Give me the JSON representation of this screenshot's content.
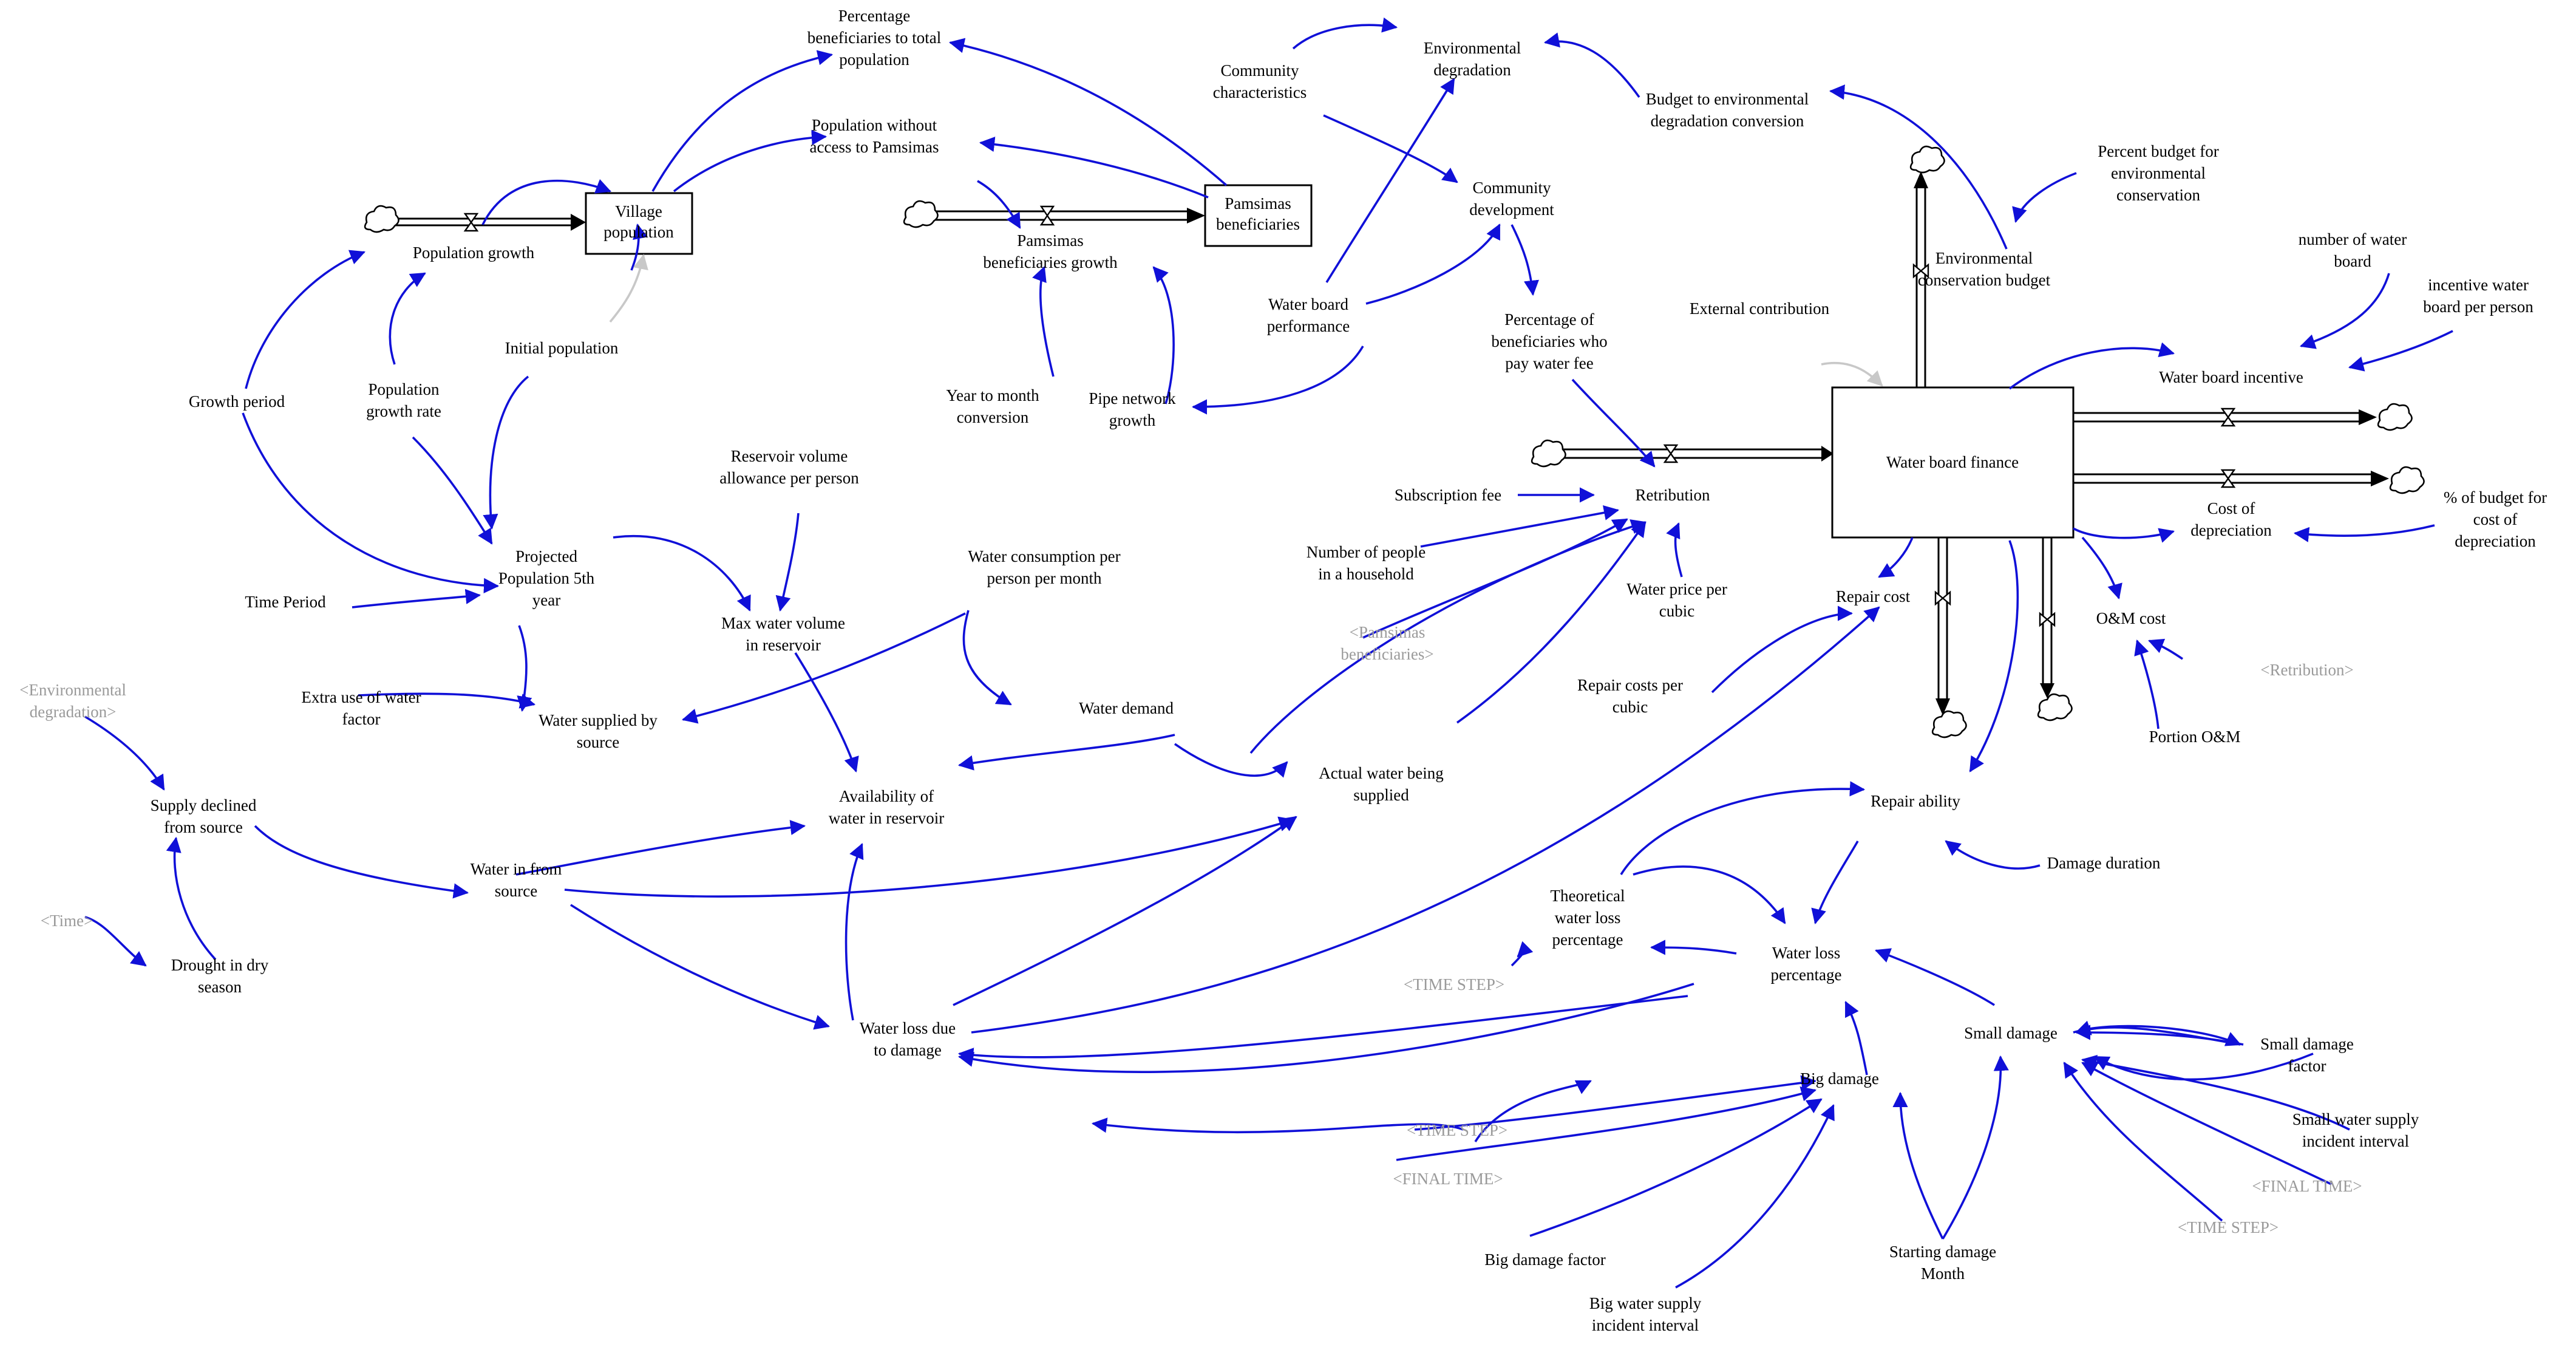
{
  "colors": {
    "link": "#1010d8",
    "shadow_link": "#c8c8c8",
    "shadow_text": "#9a9a9a",
    "text": "#000000"
  },
  "stocks": {
    "village_population": [
      "Village",
      "population"
    ],
    "pamsimas_beneficiaries": [
      "Pamsimas",
      "beneficiaries"
    ],
    "water_board_finance": [
      "Water board finance"
    ]
  },
  "variables": {
    "population_growth": [
      "Population growth"
    ],
    "pct_beneficiaries": [
      "Percentage",
      "beneficiaries to total",
      "population"
    ],
    "pop_without_access": [
      "Population without",
      "access to Pamsimas"
    ],
    "pamsimas_growth": [
      "Pamsimas",
      "beneficiaries growth"
    ],
    "community_characteristics": [
      "Community",
      "characteristics"
    ],
    "environmental_degradation": [
      "Environmental",
      "degradation"
    ],
    "budget_env_conversion": [
      "Budget to environmental",
      "degradation conversion"
    ],
    "community_development": [
      "Community",
      "development"
    ],
    "percent_budget_env": [
      "Percent budget for",
      "environmental",
      "conservation"
    ],
    "env_conservation_budget": [
      "Environmental",
      "conservation budget"
    ],
    "number_water_board": [
      "number of water",
      "board"
    ],
    "incentive_water_board": [
      "incentive water",
      "board per person"
    ],
    "water_board_incentive": [
      "Water board incentive"
    ],
    "growth_period": [
      "Growth period"
    ],
    "population_growth_rate": [
      "Population",
      "growth rate"
    ],
    "initial_population": [
      "Initial population"
    ],
    "year_to_month": [
      "Year to month",
      "conversion"
    ],
    "pipe_network_growth": [
      "Pipe network",
      "growth"
    ],
    "water_board_performance": [
      "Water board",
      "performance"
    ],
    "pct_pay_fee": [
      "Percentage of",
      "beneficiaries who",
      "pay water fee"
    ],
    "external_contribution": [
      "External contribution"
    ],
    "cost_of_depreciation": [
      "Cost of",
      "depreciation"
    ],
    "pct_budget_depreciation": [
      "% of budget for",
      "cost of",
      "depreciation"
    ],
    "reservoir_allowance": [
      "Reservoir volume",
      "allowance per person"
    ],
    "subscription_fee": [
      "Subscription fee"
    ],
    "retribution": [
      "Retribution"
    ],
    "projected_population": [
      "Projected",
      "Population 5th",
      "year"
    ],
    "time_period": [
      "Time Period"
    ],
    "max_water_volume": [
      "Max water volume",
      "in reservoir"
    ],
    "water_consumption": [
      "Water consumption per",
      "person per month"
    ],
    "people_household": [
      "Number of people",
      "in a household"
    ],
    "water_price": [
      "Water price per",
      "cubic"
    ],
    "repair_cost": [
      "Repair cost"
    ],
    "om_cost": [
      "O&M cost"
    ],
    "extra_use_factor": [
      "Extra use of water",
      "factor"
    ],
    "water_supplied_source": [
      "Water supplied by",
      "source"
    ],
    "water_demand": [
      "Water demand"
    ],
    "repair_costs_cubic": [
      "Repair costs per",
      "cubic"
    ],
    "portion_om": [
      "Portion O&M"
    ],
    "supply_declined": [
      "Supply declined",
      "from source"
    ],
    "availability_reservoir": [
      "Availability of",
      "water in reservoir"
    ],
    "actual_water_supplied": [
      "Actual water being",
      "supplied"
    ],
    "repair_ability": [
      "Repair ability"
    ],
    "damage_duration": [
      "Damage duration"
    ],
    "water_in_source": [
      "Water in from",
      "source"
    ],
    "theoretical_loss": [
      "Theoretical",
      "water loss",
      "percentage"
    ],
    "drought": [
      "Drought in dry",
      "season"
    ],
    "water_loss_pct": [
      "Water loss",
      "percentage"
    ],
    "water_loss_damage": [
      "Water loss due",
      "to damage"
    ],
    "small_damage": [
      "Small damage"
    ],
    "small_damage_factor": [
      "Small damage",
      "factor"
    ],
    "big_damage": [
      "Big damage"
    ],
    "small_supply_interval": [
      "Small water supply",
      "incident interval"
    ],
    "big_damage_factor": [
      "Big damage factor"
    ],
    "starting_damage_month": [
      "Starting damage",
      "Month"
    ],
    "big_supply_interval": [
      "Big water supply",
      "incident interval"
    ]
  },
  "shadow_variables": {
    "sh_pamsimas": [
      "<Pamsimas",
      "beneficiaries>"
    ],
    "sh_retribution": [
      "<Retribution>"
    ],
    "sh_env_degradation": [
      "<Environmental",
      "degradation>"
    ],
    "sh_time": [
      "<Time>"
    ],
    "sh_time_step_1": [
      "<TIME STEP>"
    ],
    "sh_time_step_2": [
      "<TIME STEP>"
    ],
    "sh_final_time_1": [
      "<FINAL TIME>"
    ],
    "sh_final_time_2": [
      "<FINAL TIME>"
    ],
    "sh_time_step_3": [
      "<TIME STEP>"
    ]
  }
}
